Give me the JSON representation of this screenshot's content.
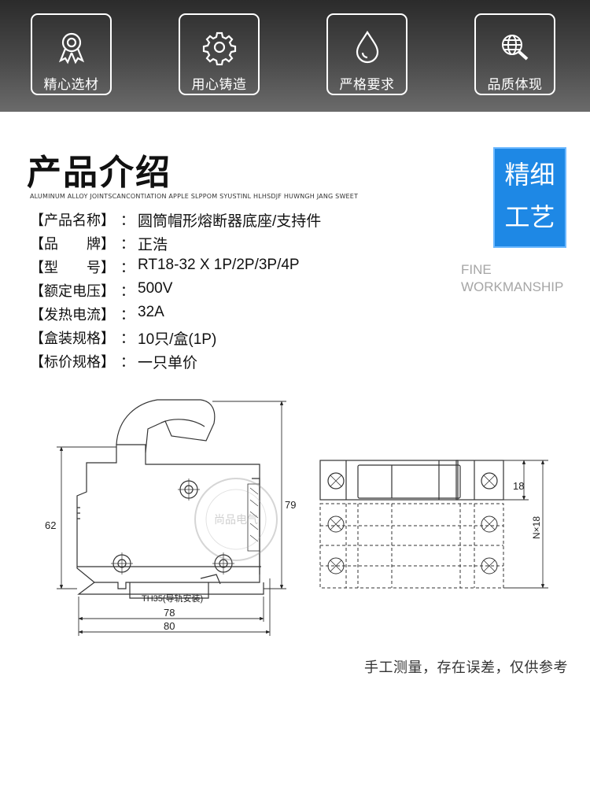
{
  "features": [
    {
      "label": "精心选材",
      "icon": "award-ribbon-icon"
    },
    {
      "label": "用心铸造",
      "icon": "gear-icon"
    },
    {
      "label": "严格要求",
      "icon": "water-drop-icon"
    },
    {
      "label": "品质体现",
      "icon": "globe-search-icon"
    }
  ],
  "intro": {
    "title": "产品介绍",
    "subtitle": "ALUMINUM ALLOY JOINTSCANCONTIATION APPLE SLPPOM SYUSTINL HLHSDJF HUWNGH JANG SWEET"
  },
  "badge": {
    "line1": "精细",
    "line2": "工艺"
  },
  "fine": {
    "line1": "FINE",
    "line2": "WORKMANSHIP"
  },
  "specs": [
    {
      "key": "【产品名称】",
      "colon": "：",
      "value": "圆筒帽形熔断器底座/支持件"
    },
    {
      "key": "【品　　牌】",
      "colon": "：",
      "value": "正浩"
    },
    {
      "key": "【型　　号】",
      "colon": "：",
      "value": "RT18-32 X 1P/2P/3P/4P"
    },
    {
      "key": "【额定电压】",
      "colon": "：",
      "value": "500V"
    },
    {
      "key": "【发热电流】",
      "colon": "：",
      "value": "32A"
    },
    {
      "key": "【盒装规格】",
      "colon": "：",
      "value": "10只/盒(1P)"
    },
    {
      "key": "【标价规格】",
      "colon": "：",
      "value": "一只单价"
    }
  ],
  "drawing": {
    "dim_height_62": "62",
    "dim_height_79": "79",
    "rail_label": "TH35(导轨安装)",
    "dim_width_78": "78",
    "dim_width_80": "80",
    "dim_pole_18": "18",
    "dim_total": "N×18",
    "watermark": "尚品电气"
  },
  "note": "手工测量，存在误差，仅供参考"
}
